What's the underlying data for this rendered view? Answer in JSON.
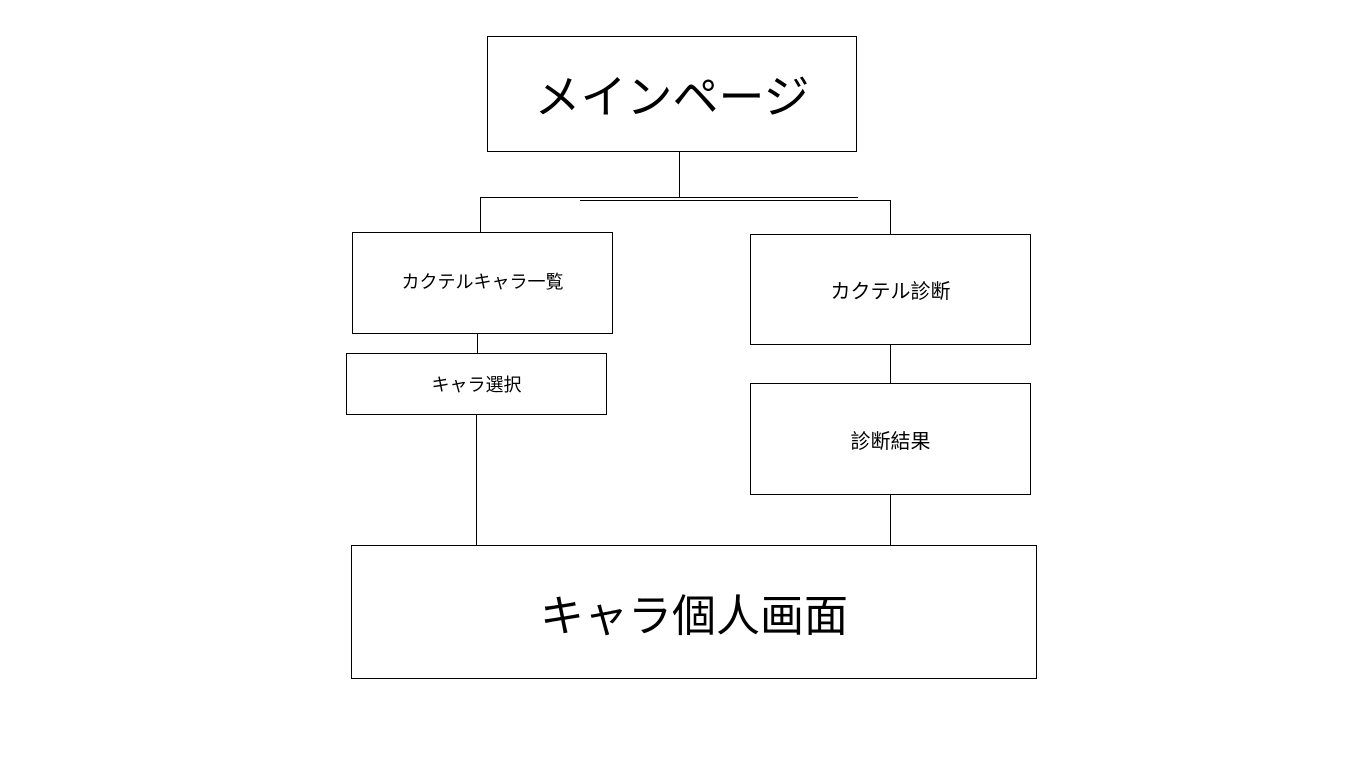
{
  "diagram": {
    "nodes": {
      "main": "メインページ",
      "cocktail_character_list": "カクテルキャラ一覧",
      "character_select": "キャラ選択",
      "cocktail_diagnosis": "カクテル診断",
      "diagnosis_result": "診断結果",
      "character_individual": "キャラ個人画面"
    },
    "edges": [
      {
        "from": "main",
        "to": "cocktail_character_list"
      },
      {
        "from": "main",
        "to": "cocktail_diagnosis"
      },
      {
        "from": "cocktail_character_list",
        "to": "character_select"
      },
      {
        "from": "character_select",
        "to": "character_individual"
      },
      {
        "from": "cocktail_diagnosis",
        "to": "diagnosis_result"
      },
      {
        "from": "diagnosis_result",
        "to": "character_individual"
      }
    ]
  },
  "colors": {
    "line": "#000000",
    "box_border": "#000000",
    "background": "#ffffff"
  }
}
